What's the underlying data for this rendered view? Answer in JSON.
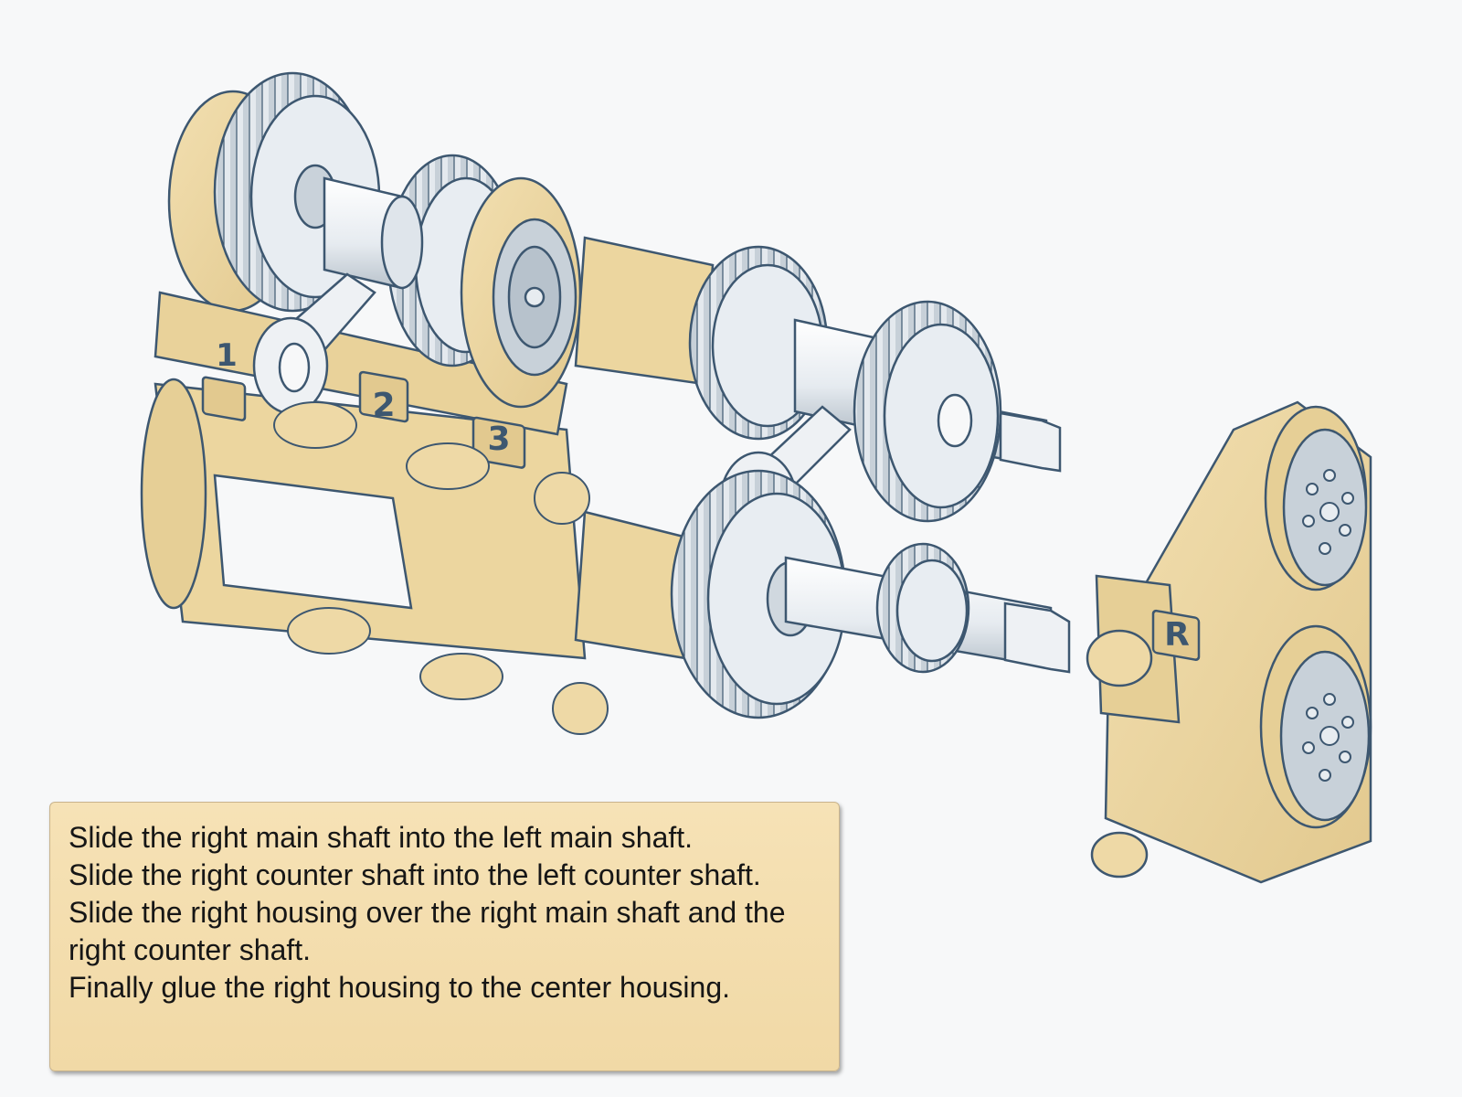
{
  "diagram": {
    "gear_labels": {
      "first": "1",
      "second": "2",
      "third": "3",
      "reverse": "R"
    },
    "colors": {
      "housing": "#eed9a6",
      "housing_shadow": "#d9bf84",
      "gear": "#e2e7ec",
      "gear_dark": "#b8c2cc",
      "outline": "#3d5770",
      "background": "#f7f8f9"
    }
  },
  "instructions": {
    "lines": [
      "Slide the right main shaft into the left main shaft.",
      "Slide the right counter shaft into the left counter shaft.",
      "Slide the right housing over the right main shaft and the right counter shaft.",
      "Finally glue the right housing to the center housing."
    ]
  }
}
